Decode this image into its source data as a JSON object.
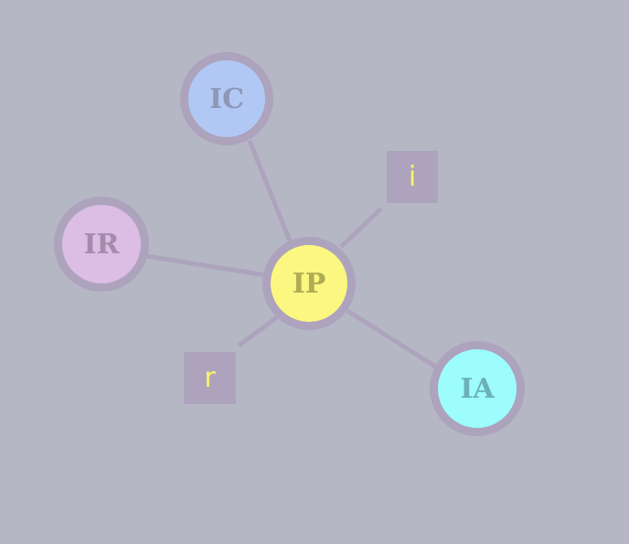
{
  "diagram": {
    "background": "#b5b7c5",
    "edge_color": "#ada3bd",
    "nodes": [
      {
        "id": "ic",
        "label": "IC",
        "fill": "#b2c8f4",
        "text_color": "#8d97b6"
      },
      {
        "id": "ir",
        "label": "IR",
        "fill": "#dcbde4",
        "text_color": "#a48aab"
      },
      {
        "id": "ip",
        "label": "IP",
        "fill": "#fbf781",
        "text_color": "#b0ac55"
      },
      {
        "id": "ia",
        "label": "IA",
        "fill": "#9cfdfc",
        "text_color": "#6cb1b7"
      }
    ],
    "tags": [
      {
        "id": "i",
        "label": "i",
        "text_color": "#fbf36b"
      },
      {
        "id": "r",
        "label": "r",
        "text_color": "#fbf36b"
      }
    ],
    "edges": [
      {
        "from": "ip",
        "to": "ic"
      },
      {
        "from": "ip",
        "to": "ir"
      },
      {
        "from": "ip",
        "to": "ia"
      },
      {
        "from": "ip",
        "to": "i"
      },
      {
        "from": "ip",
        "to": "r"
      }
    ]
  }
}
